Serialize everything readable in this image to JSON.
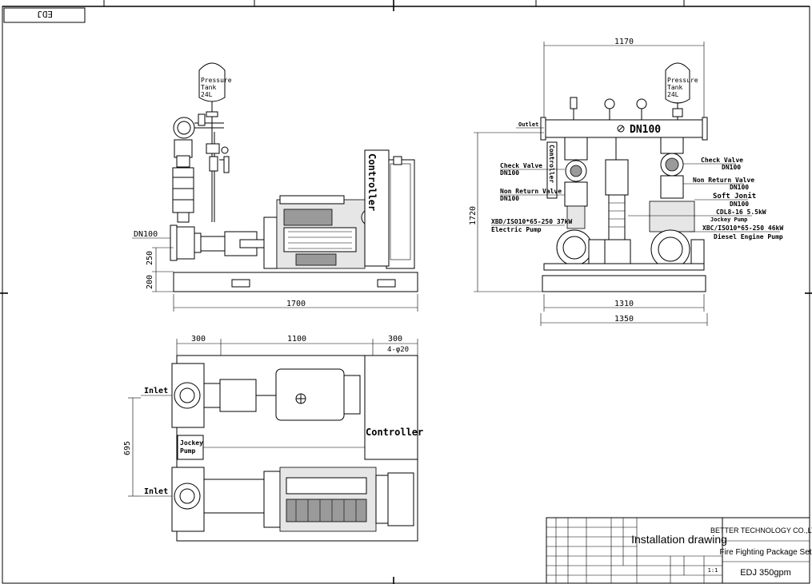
{
  "sheet": {
    "corner_tag": "EDJ"
  },
  "side_view": {
    "tank_label": [
      "Pressure",
      "Tank",
      "24L"
    ],
    "controller": "Controller",
    "dn": "DN100",
    "dims": {
      "d250": "250",
      "d200": "200",
      "d1700": "1700"
    }
  },
  "front_view": {
    "tank_label": [
      "Pressure",
      "Tank",
      "24L"
    ],
    "outlet": "Outlet",
    "header_dn": "DN100",
    "controller": "Controller",
    "left_labels": {
      "check_valve": "Check Valve",
      "check_valve_dn": "DN100",
      "non_return": "Non Return Valve",
      "non_return_dn": "DN100",
      "electric_pump_model": "XBD/ISO10*65-250 37kW",
      "electric_pump": "Electric Pump"
    },
    "right_labels": {
      "check_valve": "Check Valve",
      "check_valve_dn": "DN100",
      "non_return": "Non Return Valve",
      "non_return_dn": "DN100",
      "soft_joint": "Soft Jonit",
      "soft_joint_dn": "DN100",
      "jockey_model": "CDL8-16 5.5kW",
      "jockey": "Jockey Pump",
      "diesel_model": "XBC/ISO10*65-250 46kW",
      "diesel_pump": "Diesel Engine Pump"
    },
    "dims": {
      "d1170": "1170",
      "d1720": "1720",
      "d1310": "1310",
      "d1350": "1350"
    }
  },
  "plan_view": {
    "inlet_top": "Inlet",
    "inlet_bottom": "Inlet",
    "jockey_line1": "Jockey",
    "jockey_line2": "Pump",
    "controller": "Controller",
    "dims": {
      "d300a": "300",
      "d1100": "1100",
      "d300b": "300",
      "holes": "4-φ20",
      "d695": "695"
    }
  },
  "title_block": {
    "title": "Installation drawing",
    "company": "BETTER TECHNOLOGY CO.,LTD",
    "product": "Fire Fighting Package Set",
    "model": "EDJ 350gpm",
    "scale": "1:1"
  }
}
